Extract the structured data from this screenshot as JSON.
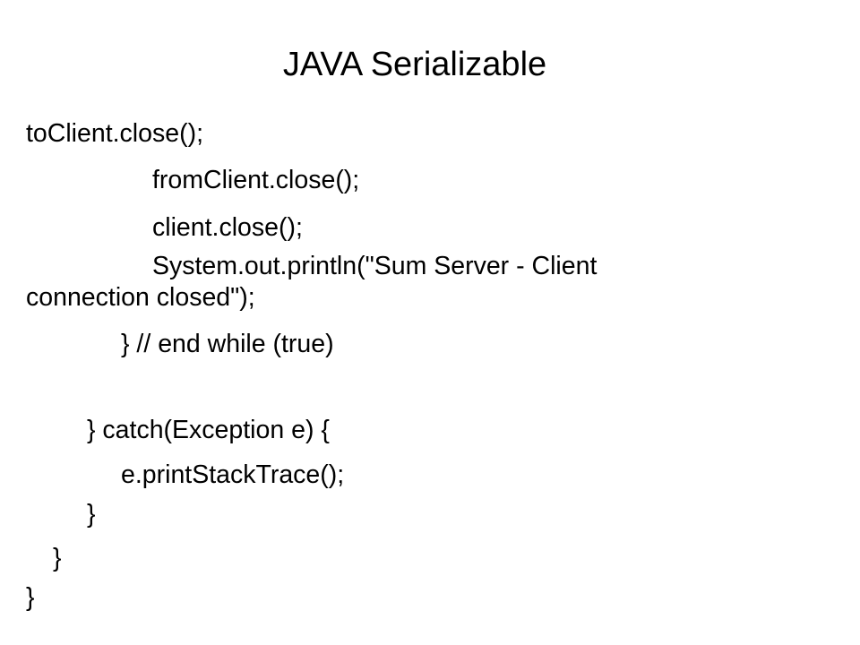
{
  "slide": {
    "title": "JAVA Serializable",
    "lines": [
      "toClient.close();",
      "fromClient.close();",
      "client.close();",
      "System.out.println(\"Sum Server - Client",
      "connection closed\");",
      "} // end while (true)",
      "} catch(Exception e) {",
      "e.printStackTrace();",
      "}",
      "}",
      "}"
    ]
  }
}
